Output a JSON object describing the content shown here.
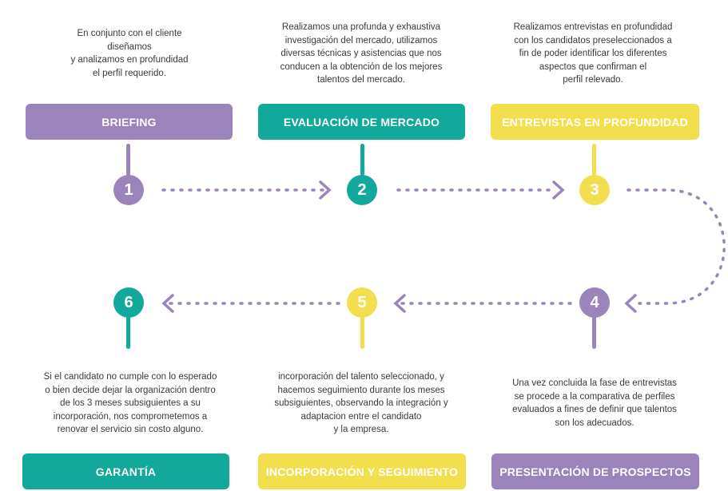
{
  "colors": {
    "purple": "#9b83bb",
    "teal": "#12a99a",
    "yellow": "#f3df4e",
    "connector": "#9b83bb"
  },
  "steps": [
    {
      "number": "1",
      "title": "BRIEFING",
      "description": "En conjunto con el cliente\ndiseñamos\ny analizamos en profundidad\nel perfil requerido."
    },
    {
      "number": "2",
      "title": "EVALUACIÓN DE MERCADO",
      "description": "Realizamos una profunda y exhaustiva\ninvestigación del mercado, utilizamos\ndiversas técnicas y asistencias que nos\nconducen a la obtención de los mejores\ntalentos del mercado."
    },
    {
      "number": "3",
      "title": "ENTREVISTAS EN PROFUNDIDAD",
      "description": "Realizamos entrevistas en profundidad\ncon los candidatos preseleccionados a\nfin de poder identificar los diferentes\naspectos que confirman el\nperfil relevado."
    },
    {
      "number": "4",
      "title": "PRESENTACIÓN DE PROSPECTOS",
      "description": "Una vez concluida la fase de entrevistas\nse procede a la comparativa de perfiles\nevaluados a fines de definir que talentos\nson los adecuados."
    },
    {
      "number": "5",
      "title": "INCORPORACIÓN Y SEGUIMIENTO",
      "description": "incorporación del talento seleccionado, y\nhacemos seguimiento durante los meses\nsubsiguientes, observando la integración y\nadaptacion entre el candidato\ny la empresa."
    },
    {
      "number": "6",
      "title": "GARANTÍA",
      "description": "Si el candidato no cumple con lo esperado\no bien decide dejar la organización dentro\nde los 3 meses subsiguientes a su\nincorporación, nos comprometemos a\nrenovar el servicio sin costo alguno."
    }
  ]
}
